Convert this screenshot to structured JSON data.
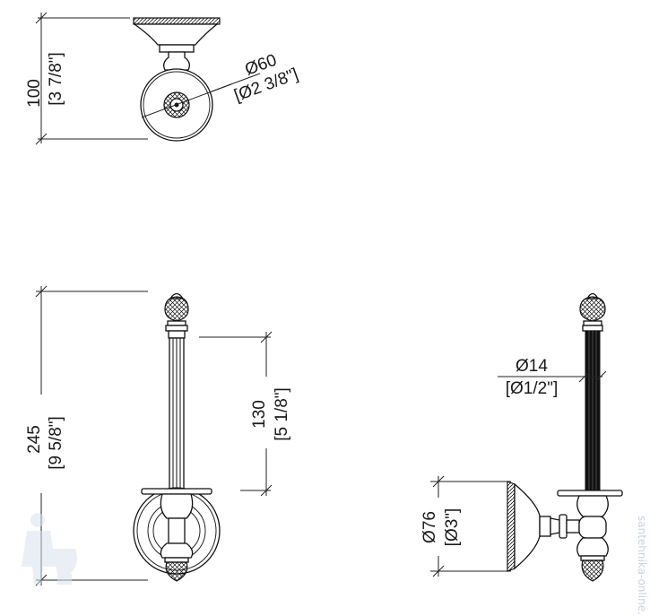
{
  "top_view": {
    "height_mm": "100",
    "height_in": "[3 7/8\"]",
    "dia_mm": "Ø60",
    "dia_in": "[Ø2 3/8\"]"
  },
  "front_view": {
    "height_mm": "245",
    "height_in": "[9 5/8\"]",
    "length_mm": "130",
    "length_in": "[5 1/8\"]"
  },
  "side_view": {
    "rod_mm": "Ø14",
    "rod_in": "[Ø1/2\"]",
    "base_mm": "Ø76",
    "base_in": "[Ø3\"]"
  },
  "watermark": "santehnika-online.ru"
}
